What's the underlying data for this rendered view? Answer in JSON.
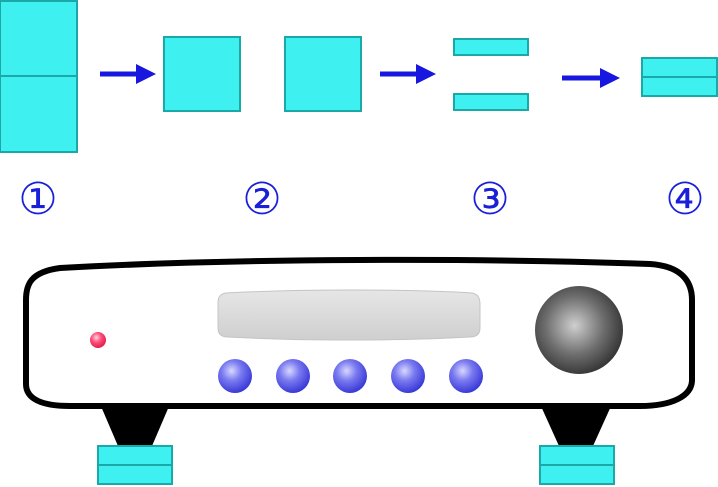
{
  "steps": [
    {
      "label": "①"
    },
    {
      "label": "②"
    },
    {
      "label": "③"
    },
    {
      "label": "④"
    }
  ],
  "icons": {
    "arrow": "right-arrow-icon",
    "power_led": "power-led-icon",
    "knob": "volume-knob-icon"
  },
  "colors": {
    "pad_fill": "#3ff0f0",
    "pad_stroke": "#1aa8a8",
    "arrow": "#1717e0",
    "step_number": "#1a1fd8",
    "button": "#5a5ae8",
    "led": "#ff3a6a",
    "knob": "#555555",
    "display": "#d8d8d8",
    "chassis_outline": "#000000"
  },
  "device": {
    "button_count": 5
  }
}
